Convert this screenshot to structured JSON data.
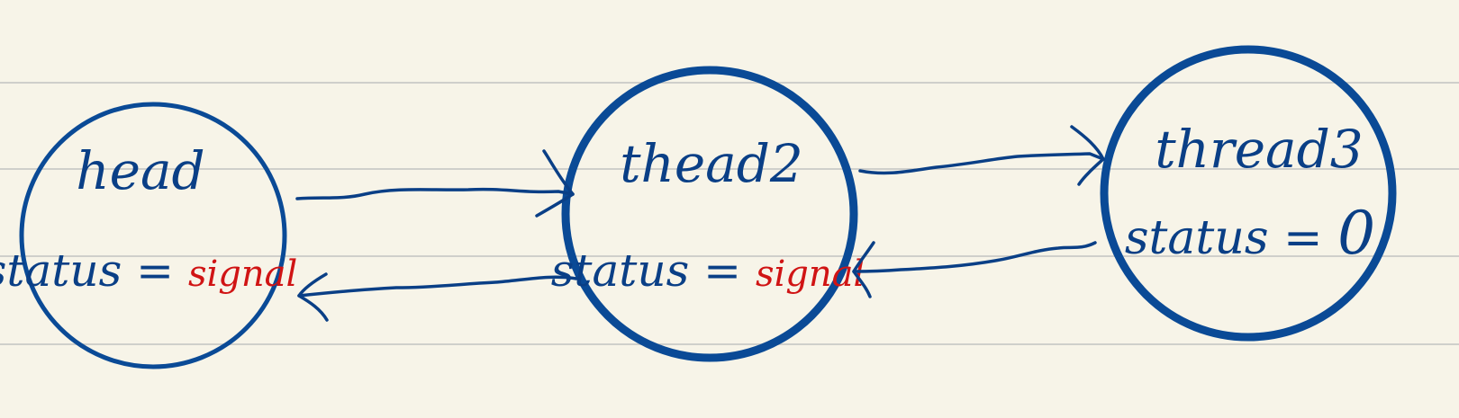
{
  "nodes": [
    {
      "id": "head",
      "name": "head",
      "status_label": "status =",
      "status_value": "signal",
      "status_value_color": "#d01414"
    },
    {
      "id": "thread2",
      "name": "thead2",
      "status_label": "status =",
      "status_value": "signal",
      "status_value_color": "#d01414"
    },
    {
      "id": "thread3",
      "name": "thread3",
      "status_label": "status =",
      "status_value": "0",
      "status_value_color": "#0a3f86"
    }
  ],
  "edges": [
    {
      "from": "head",
      "to": "thread2",
      "direction": "forward"
    },
    {
      "from": "thread2",
      "to": "head",
      "direction": "backward"
    },
    {
      "from": "thread2",
      "to": "thread3",
      "direction": "forward"
    },
    {
      "from": "thread3",
      "to": "thread2",
      "direction": "backward"
    }
  ],
  "colors": {
    "paper": "#f7f4e8",
    "ruled_line": "#cfcfcb",
    "ink_blue": "#0a3f86",
    "ink_red": "#d01414"
  }
}
